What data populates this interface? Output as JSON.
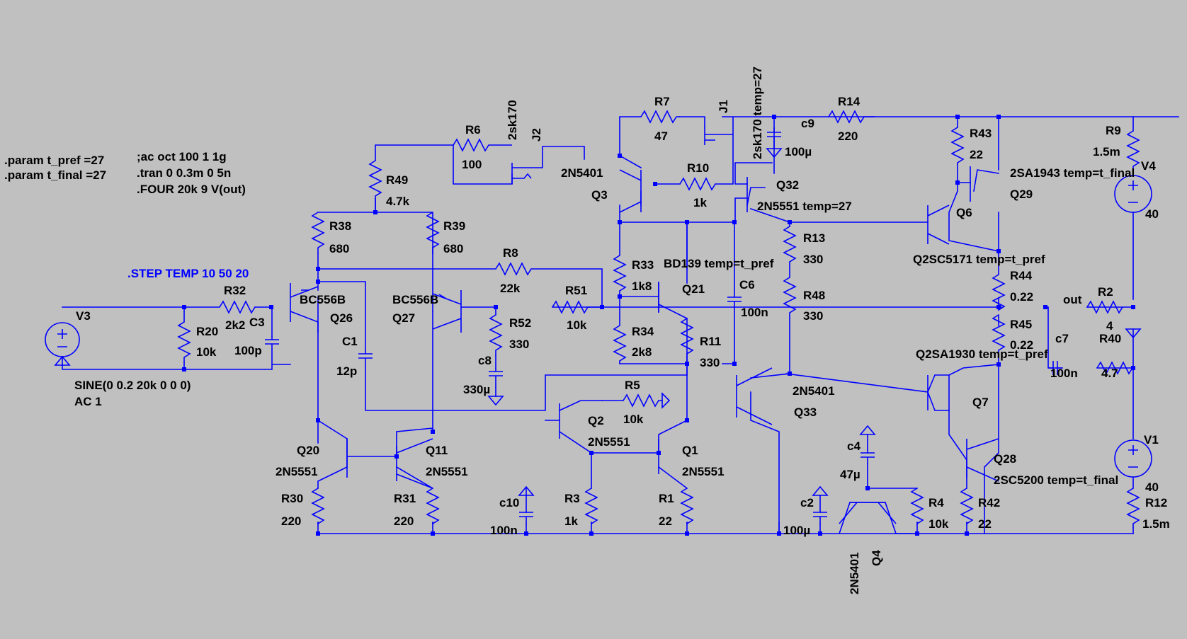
{
  "colors": {
    "background": "#c0c0c0",
    "wire": "#0000ff",
    "text": "#000000",
    "directive": "#0000ff"
  },
  "directives": {
    "param1": ".param t_pref =27",
    "param2": ".param t_final =27",
    "ac": ";ac oct 100 1 1g",
    "tran": ".tran 0 0.3m 0 5n",
    "four": ".FOUR 20k 9 V(out)",
    "step": ".STEP TEMP 10 50 20"
  },
  "sources": {
    "v3_name": "V3",
    "v3_value": "SINE(0 0.2 20k 0 0 0)",
    "v3_ac": "AC 1",
    "v4_name": "V4",
    "v4_value": "40",
    "v1_name": "V1",
    "v1_value": "40"
  },
  "resistors": {
    "r32": [
      "R32",
      "2k2"
    ],
    "r20": [
      "R20",
      "10k"
    ],
    "r38": [
      "R38",
      "680"
    ],
    "r39": [
      "R39",
      "680"
    ],
    "r49": [
      "R49",
      "4.7k"
    ],
    "r6": [
      "R6",
      "100"
    ],
    "r8": [
      "R8",
      "22k"
    ],
    "r51": [
      "R51",
      "10k"
    ],
    "r52": [
      "R52",
      "330"
    ],
    "r7": [
      "R7",
      "47"
    ],
    "r10": [
      "R10",
      "1k"
    ],
    "r33": [
      "R33",
      "1k8"
    ],
    "r34": [
      "R34",
      "2k8"
    ],
    "r11": [
      "R11",
      "330"
    ],
    "r5": [
      "R5",
      "10k"
    ],
    "r30": [
      "R30",
      "220"
    ],
    "r31": [
      "R31",
      "220"
    ],
    "r3": [
      "R3",
      "1k"
    ],
    "r1": [
      "R1",
      "22"
    ],
    "r14": [
      "R14",
      "220"
    ],
    "r13": [
      "R13",
      "330"
    ],
    "r48": [
      "R48",
      "330"
    ],
    "r43": [
      "R43",
      "22"
    ],
    "r9": [
      "R9",
      "1.5m"
    ],
    "r44": [
      "R44",
      "0.22"
    ],
    "r45": [
      "R45",
      "0.22"
    ],
    "r2": [
      "R2",
      "4"
    ],
    "r40": [
      "R40",
      "4.7"
    ],
    "r4": [
      "R4",
      "10k"
    ],
    "r42": [
      "R42",
      "22"
    ],
    "r12": [
      "R12",
      "1.5m"
    ]
  },
  "capacitors": {
    "c3": [
      "C3",
      "100p"
    ],
    "c1": [
      "C1",
      "12p"
    ],
    "c8": [
      "c8",
      "330µ"
    ],
    "c9": [
      "c9",
      "100µ"
    ],
    "c6": [
      "C6",
      "100n"
    ],
    "c10": [
      "c10",
      "100n"
    ],
    "c2": [
      "c2",
      "100µ"
    ],
    "c4": [
      "c4",
      "47µ"
    ],
    "c7": [
      "c7",
      "100n"
    ]
  },
  "transistors": {
    "q26": [
      "Q26",
      "BC556B"
    ],
    "q27": [
      "Q27",
      "BC556B"
    ],
    "q20": [
      "Q20",
      "2N5551"
    ],
    "q11": [
      "Q11",
      "2N5551"
    ],
    "q2": [
      "Q2",
      "2N5551"
    ],
    "q1": [
      "Q1",
      "2N5551"
    ],
    "q3": [
      "Q3",
      "2N5401"
    ],
    "q21": [
      "Q21",
      "BD139 temp=t_pref"
    ],
    "q32": [
      "Q32",
      "2N5551 temp=27"
    ],
    "q33": [
      "Q33",
      "2N5401"
    ],
    "q6": [
      "Q6",
      "Q2SC5171 temp=t_pref"
    ],
    "q29": [
      "Q29",
      "2SA1943 temp=t_final"
    ],
    "q7": [
      "Q7",
      "Q2SA1930 temp=t_pref"
    ],
    "q28": [
      "Q28",
      "2SC5200 temp=t_final"
    ],
    "q4": [
      "Q4",
      "2N5401"
    ]
  },
  "jfets": {
    "j2": [
      "J2",
      "2sk170"
    ],
    "j1": [
      "J1",
      "2sk170 temp=27"
    ]
  },
  "nets": {
    "out": "out"
  }
}
